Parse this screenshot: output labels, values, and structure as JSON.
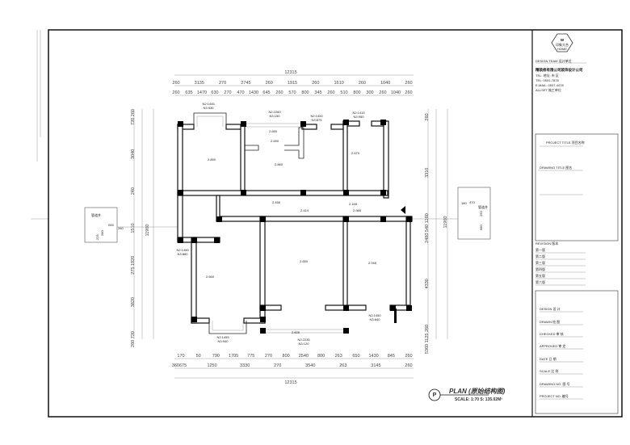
{
  "title_block": {
    "logo_text": "印象大合",
    "logo_sub": "HOME",
    "company_lines": [
      "DESIGN TEAM  设计单位",
      "精装修有限公司装饰设计公司",
      "TEL: 地址: 市 区",
      "TEL: 0531-7878",
      "E-MAIL: 0537-4478",
      "ALLSET  施工单位"
    ],
    "project_label": "PROJECT TITLE  项目名称",
    "drawing_label": "DRAWING TITLE  图名",
    "revision_header": "REVISION  版本",
    "revisions": [
      "第一版",
      "第二版",
      "第三版",
      "第四版",
      "第五版",
      "第六版"
    ],
    "signatures": [
      "DESIGN  设 计",
      "DRAWN  绘 图",
      "CHECKED  审 核",
      "APPROVED  审 定",
      "DATE  日 期",
      "SCALE  比 例",
      "DRAWING NO.  图 号",
      "PROJECT NO.  编号"
    ]
  },
  "plan": {
    "title": "PLAN (原始结构图)",
    "symbol": "P",
    "scale": "SCALE: 1:70 S: 135.02M²",
    "top_total": "12315",
    "top_row1": [
      "260",
      "3135",
      "270",
      "2745",
      "260",
      "1915",
      "260",
      "1610",
      "260",
      "1040",
      "260"
    ],
    "top_row2": [
      "260",
      "635",
      "1470",
      "630",
      "270",
      "470",
      "1430",
      "645",
      "260",
      "570",
      "800",
      "345",
      "260",
      "510",
      "800",
      "300",
      "260",
      "1040",
      "260"
    ],
    "bottom_row1": [
      "170",
      "50",
      "790",
      "1705",
      "775",
      "270",
      "800",
      "2540",
      "800",
      "263",
      "650",
      "1430",
      "845",
      "260"
    ],
    "bottom_row2": [
      "360675",
      "1250",
      "3330",
      "270",
      "3540",
      "263",
      "3145",
      "260"
    ],
    "bottom_total": "12315",
    "left_dims": [
      "720 260",
      "3040",
      "240",
      "1510",
      "275 1920",
      "3820",
      "260 720"
    ],
    "left_total": "11960",
    "right_dims": [
      "260",
      "3310",
      "2480 540 1280",
      "4330",
      "5360 1125 260"
    ],
    "right_total": "11960",
    "room_heights": [
      "2.890",
      "2.650",
      "2.690",
      "2.670",
      "2.660",
      "2.650",
      "2.945",
      "2.860",
      "2.605",
      "2.414",
      "2.456",
      "2.165",
      "2.985"
    ],
    "window_tags": [
      "N2:1445 N3:930",
      "N2:2260 N3:150",
      "N2:1400 N3:875",
      "N2:1415 N3:950",
      "N2:1450 N3:880",
      "N2:1455 N3:940",
      "N2:2235 N3:120",
      "N2:1450 N3:840"
    ],
    "left_box": {
      "title": "管道井",
      "dims": [
        "265",
        "280",
        "225",
        "260"
      ]
    },
    "right_box": {
      "title": "管道井",
      "dims": [
        "180",
        "470",
        "250",
        "680"
      ]
    }
  }
}
